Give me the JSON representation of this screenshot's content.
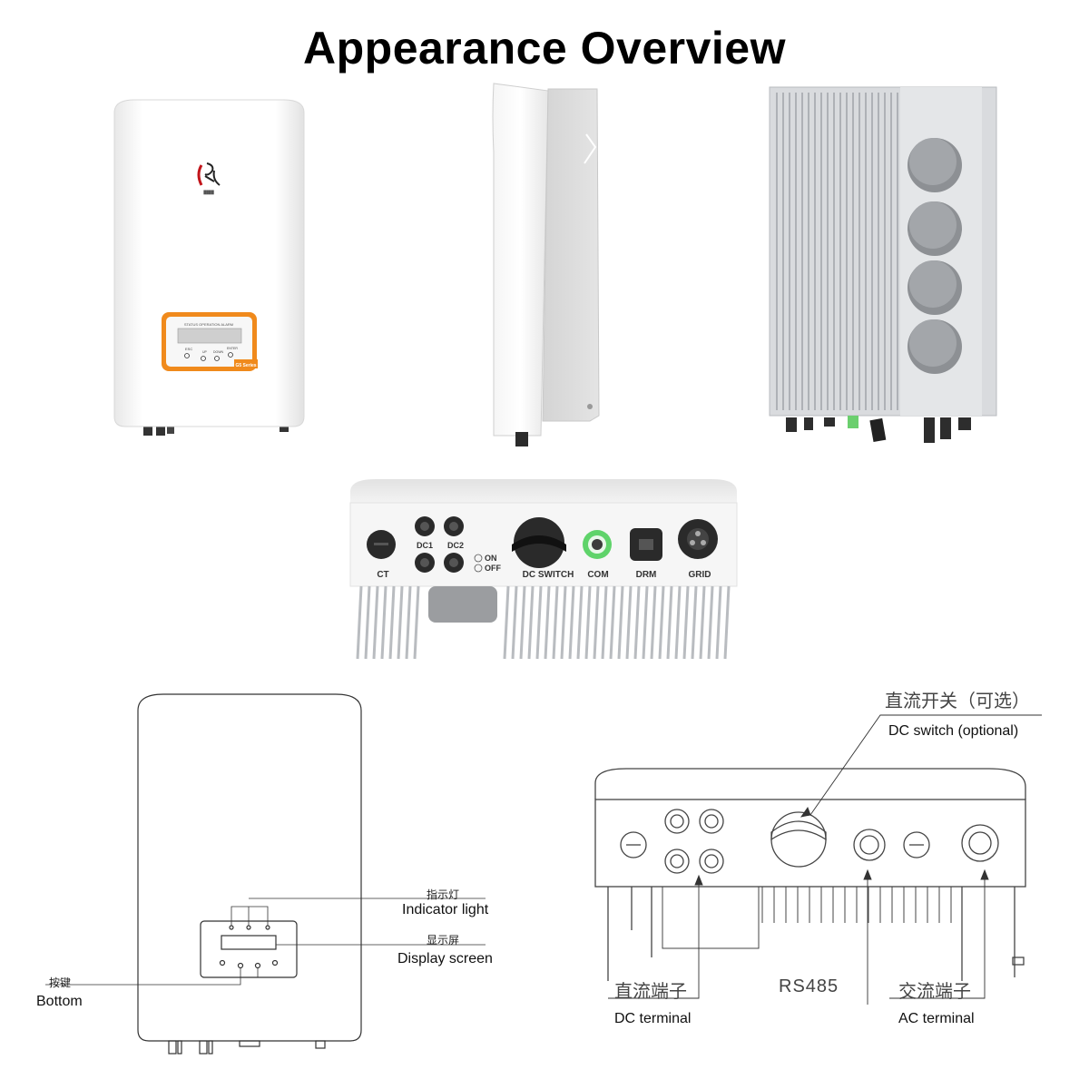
{
  "header": {
    "title": "Appearance Overview"
  },
  "photo_front": {
    "display_header": "STATUS  OPERATION  ALARM",
    "btn_esc": "ESC",
    "btn_up": "UP",
    "btn_down": "DOWN",
    "btn_enter": "ENTER",
    "brand": "G5 Series"
  },
  "photo_bottom": {
    "ports": [
      "CT",
      "DC1",
      "DC2",
      "DC SWITCH",
      "COM",
      "DRM",
      "GRID"
    ],
    "switch_on": "ON",
    "switch_off": "OFF"
  },
  "diagram_front": {
    "indicator_cn": "指示灯",
    "indicator_en": "Indicator light",
    "display_cn": "显示屏",
    "display_en": "Display screen",
    "buttons_cn": "按键",
    "buttons_en": "Bottom"
  },
  "diagram_bottom": {
    "dc_switch_cn": "直流开关（可选）",
    "dc_switch_en": "DC switch (optional)",
    "dc_terminal_cn": "直流端子",
    "dc_terminal_en": "DC terminal",
    "rs485": "RS485",
    "ac_terminal_cn": "交流端子",
    "ac_terminal_en": "AC terminal"
  },
  "colors": {
    "accent_orange": "#f08a1c",
    "green_led": "#5fd36a",
    "heatsink": "#c9ccd1"
  }
}
